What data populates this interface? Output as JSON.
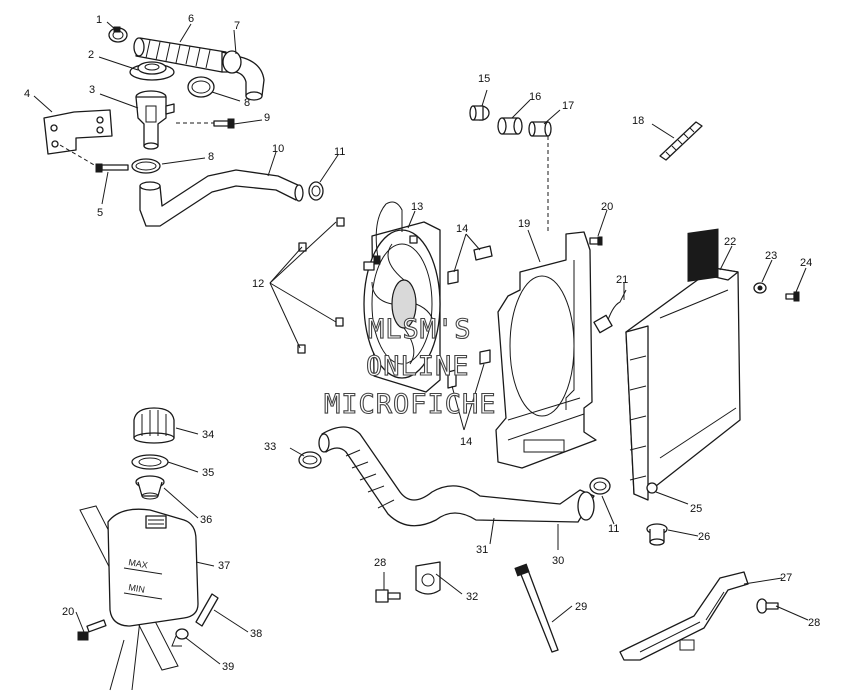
{
  "watermark": {
    "line1": "MLSM'S",
    "line2": "ONLINE",
    "line3": "MICROFICHE"
  },
  "tank_markings": {
    "max": "MAX",
    "min": "MIN"
  },
  "callouts": {
    "c1": "1",
    "c2": "2",
    "c3": "3",
    "c4": "4",
    "c5": "5",
    "c6": "6",
    "c7": "7",
    "c8a": "8",
    "c8b": "8",
    "c9": "9",
    "c10": "10",
    "c11a": "11",
    "c11b": "11",
    "c12": "12",
    "c13": "13",
    "c14a": "14",
    "c14b": "14",
    "c15": "15",
    "c16": "16",
    "c17": "17",
    "c18": "18",
    "c19": "19",
    "c20a": "20",
    "c20b": "20",
    "c21": "21",
    "c22": "22",
    "c23": "23",
    "c24": "24",
    "c25": "25",
    "c26": "26",
    "c27": "27",
    "c28a": "28",
    "c28b": "28",
    "c29": "29",
    "c30": "30",
    "c31": "31",
    "c32": "32",
    "c33": "33",
    "c34": "34",
    "c35": "35",
    "c36": "36",
    "c37": "37",
    "c38": "38",
    "c39": "39"
  }
}
